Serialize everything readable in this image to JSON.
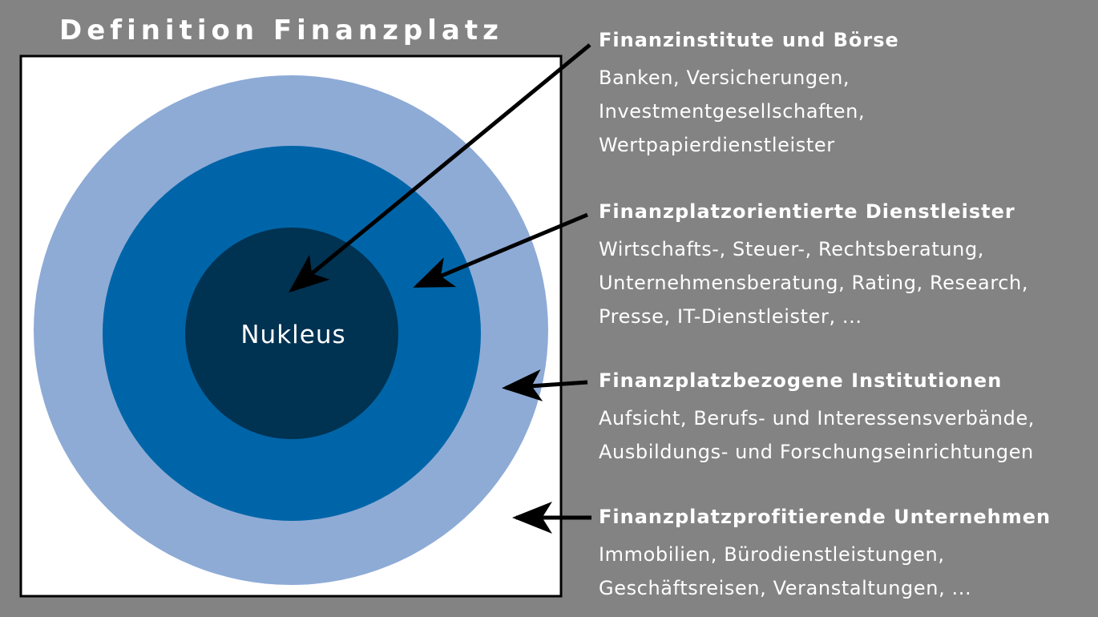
{
  "title": "Definition Finanzplatz",
  "diagram": {
    "nucleus_label": "Nukleus",
    "colors": {
      "background": "#838383",
      "panel": "#ffffff",
      "outer_ring": "#8eabd6",
      "middle_ring": "#0065a8",
      "nucleus": "#003252",
      "arrow": "#000000"
    }
  },
  "categories": [
    {
      "heading": "Finanzinstitute und Börse",
      "lines": [
        "Banken, Versicherungen,",
        "Investmentgesellschaften,",
        "Wertpapierdienstleister"
      ]
    },
    {
      "heading": "Finanzplatzorientierte Dienstleister",
      "lines": [
        "Wirtschafts-, Steuer-, Rechtsberatung,",
        "Unternehmensberatung, Rating, Research,",
        "Presse, IT-Dienstleister, ..."
      ]
    },
    {
      "heading": "Finanzplatzbezogene Institutionen",
      "lines": [
        "Aufsicht, Berufs- und Interessensverbände,",
        "Ausbildungs- und Forschungseinrichtungen"
      ]
    },
    {
      "heading": "Finanzplatzprofitierende Unternehmen",
      "lines": [
        "Immobilien, Bürodienstleistungen,",
        "Geschäftsreisen, Veranstaltungen, ..."
      ]
    }
  ]
}
